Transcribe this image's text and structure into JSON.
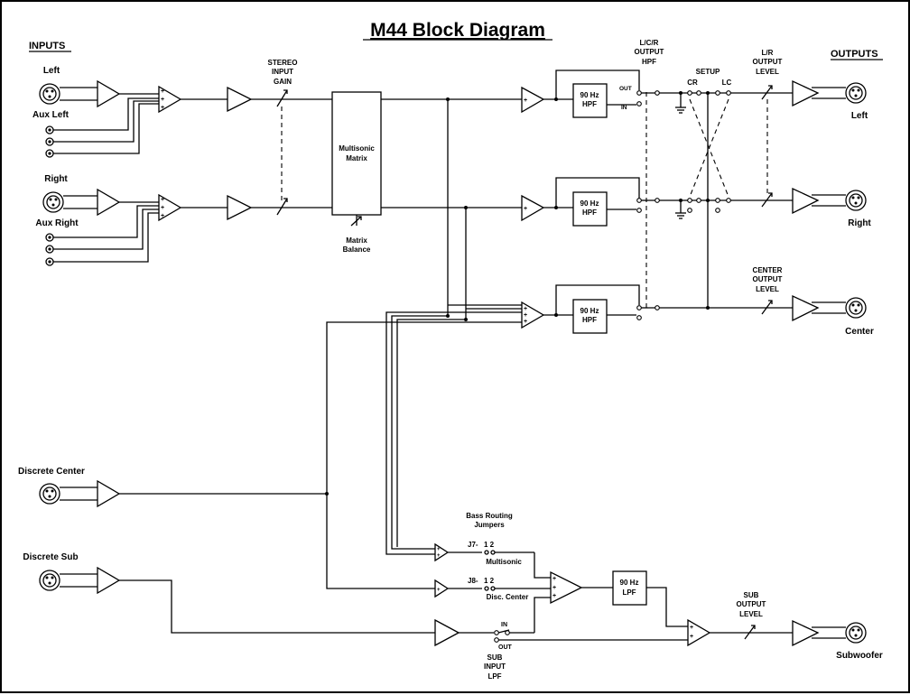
{
  "title": "M44 Block Diagram",
  "sections": {
    "inputs": "INPUTS",
    "outputs": "OUTPUTS"
  },
  "inputs": {
    "left": "Left",
    "aux_left": "Aux Left",
    "right": "Right",
    "aux_right": "Aux Right",
    "discrete_center": "Discrete Center",
    "discrete_sub": "Discrete Sub"
  },
  "outputs": {
    "left": "Left",
    "right": "Right",
    "center": "Center",
    "subwoofer": "Subwoofer"
  },
  "controls": {
    "stereo_input_gain": [
      "STEREO",
      "INPUT",
      "GAIN"
    ],
    "matrix_balance": [
      "Matrix",
      "Balance"
    ],
    "lcr_output_hpf": [
      "L/C/R",
      "OUTPUT",
      "HPF"
    ],
    "setup": "SETUP",
    "cr": "CR",
    "lc": "LC",
    "lr_output_level": [
      "L/R",
      "OUTPUT",
      "LEVEL"
    ],
    "center_output_level": [
      "CENTER",
      "OUTPUT",
      "LEVEL"
    ],
    "sub_output_level": [
      "SUB",
      "OUTPUT",
      "LEVEL"
    ],
    "sub_input_lpf": [
      "SUB",
      "INPUT",
      "LPF"
    ],
    "bass_routing": [
      "Bass Routing",
      "Jumpers"
    ]
  },
  "blocks": {
    "multisonic_matrix": [
      "Multisonic",
      "Matrix"
    ],
    "hpf": [
      "90 Hz",
      "HPF"
    ],
    "lpf": [
      "90 Hz",
      "LPF"
    ]
  },
  "switch_labels": {
    "out": "OUT",
    "in": "IN"
  },
  "jumpers": {
    "j7": "J7-",
    "j8": "J8-",
    "pins": "1 2",
    "multisonic": "Multisonic",
    "disc_center": "Disc. Center"
  }
}
